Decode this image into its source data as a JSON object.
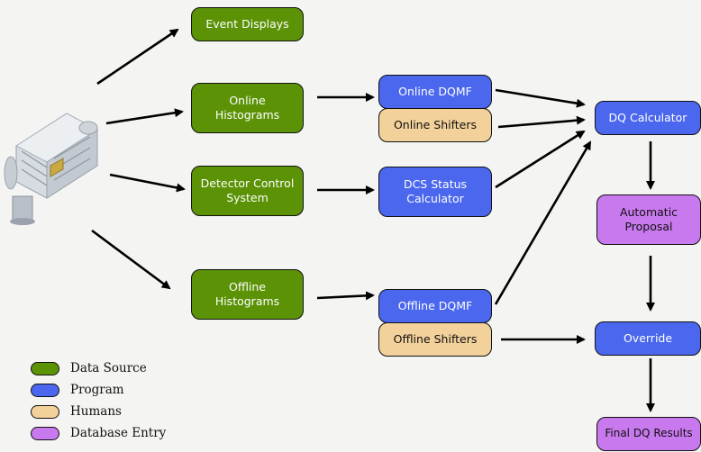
{
  "colors": {
    "data_source": "#5b9206",
    "program": "#4a67ee",
    "humans": "#f3d19a",
    "database_entry": "#c879ee"
  },
  "nodes": {
    "event_displays": "Event Displays",
    "online_histograms": "Online Histograms",
    "detector_control_system": "Detector Control System",
    "offline_histograms": "Offline Histograms",
    "online_dqmf": "Online DQMF",
    "online_shifters": "Online Shifters",
    "dcs_status_calculator": "DCS Status Calculator",
    "offline_dqmf": "Offline DQMF",
    "offline_shifters": "Offline Shifters",
    "dq_calculator": "DQ Calculator",
    "automatic_proposal": "Automatic Proposal",
    "override": "Override",
    "final_dq_results": "Final DQ Results"
  },
  "legend": [
    {
      "label": "Data Source",
      "color": "#5b9206"
    },
    {
      "label": "Program",
      "color": "#4a67ee"
    },
    {
      "label": "Humans",
      "color": "#f3d19a"
    },
    {
      "label": "Database Entry",
      "color": "#c879ee"
    }
  ],
  "detector_icon": "particle-detector-icon"
}
